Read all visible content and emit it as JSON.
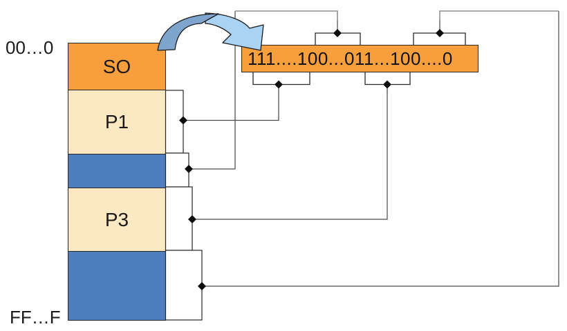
{
  "diagram": {
    "address_top_label": "00…0",
    "address_bottom_label": "FF…F",
    "memory_map": {
      "segments": [
        {
          "label": "SO",
          "kind": "os"
        },
        {
          "label": "P1",
          "kind": "process"
        },
        {
          "label": "",
          "kind": "hole"
        },
        {
          "label": "P3",
          "kind": "process"
        },
        {
          "label": "",
          "kind": "hole"
        }
      ]
    },
    "bitmap": {
      "value": "111....100...011...100....0"
    },
    "connections": [
      "segment P1 -> bitmap bottom-left bit range",
      "hole 1 -> bitmap top-left bit range",
      "segment P3 -> bitmap bottom-right bit range",
      "hole 2 -> bitmap top-right bit range"
    ],
    "icons": {
      "mapping_arrow": "curved-arrow-icon",
      "marker": "diamond-icon"
    },
    "colors": {
      "os_orange": "#F79F3D",
      "process_cream": "#FCE8C3",
      "hole_blue": "#4E7EBD",
      "bitmap_orange": "#F79F3D",
      "arrow_dark_blue": "#7FA5CE",
      "arrow_light_blue": "#A9D2F3",
      "connector_dark": "#3d3d3d",
      "connector_gray": "#8d8d8d"
    }
  }
}
